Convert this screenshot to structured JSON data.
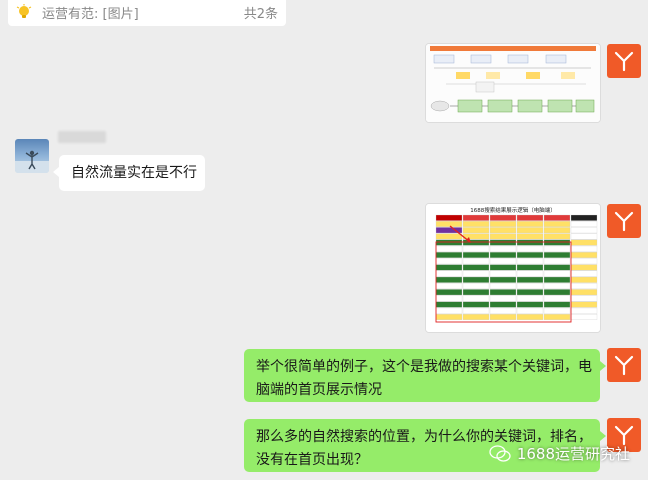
{
  "group_note": {
    "label": "运营有范: [图片]",
    "count": "共2条"
  },
  "messages": [
    {
      "side": "right",
      "type": "image",
      "content": "flowchart screenshot"
    },
    {
      "side": "left",
      "type": "text",
      "text": "自然流量实在是不行"
    },
    {
      "side": "right",
      "type": "image",
      "content": "search result table screenshot",
      "image_title": "1688搜索结果展示逻辑（电脑端）"
    },
    {
      "side": "right",
      "type": "text",
      "line1": "举个很简单的例子，这个是我做的搜索某个关键词，电",
      "line2": "脑端的首页展示情况"
    },
    {
      "side": "right",
      "type": "text",
      "line1": "那么多的自然搜索的位置，为什么你的关键词，排名，",
      "line2": "没有在首页出现？"
    }
  ],
  "watermark": "1688运营研究社",
  "colors": {
    "background": "#ededed",
    "bubble_green": "#95ec69",
    "bubble_white": "#ffffff",
    "avatar_brand": "#f05a28"
  }
}
